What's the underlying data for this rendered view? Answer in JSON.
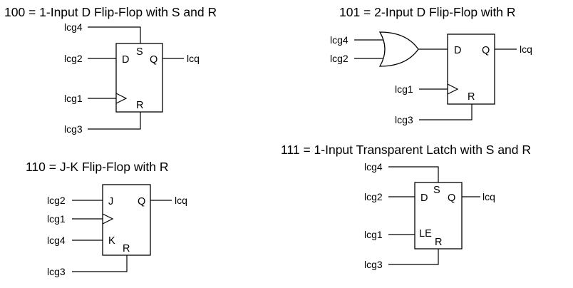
{
  "diagrams": [
    {
      "title": "100 = 1-Input D Flip-Flop with S and R",
      "signals": {
        "top": "lcg4",
        "d": "lcg2",
        "clk": "lcg1",
        "bottom": "lcg3",
        "out": "lcq"
      },
      "pins": {
        "d": "D",
        "s": "S",
        "q": "Q",
        "r": "R"
      }
    },
    {
      "title": "101 = 2-Input D Flip-Flop with R",
      "signals": {
        "gate_in1": "lcg4",
        "gate_in2": "lcg2",
        "clk": "lcg1",
        "bottom": "lcg3",
        "out": "lcq"
      },
      "pins": {
        "d": "D",
        "q": "Q",
        "r": "R"
      }
    },
    {
      "title": "110 = J-K Flip-Flop with R",
      "signals": {
        "j": "lcg2",
        "clk": "lcg1",
        "k": "lcg4",
        "bottom": "lcg3",
        "out": "lcq"
      },
      "pins": {
        "j": "J",
        "q": "Q",
        "k": "K",
        "r": "R"
      }
    },
    {
      "title": "111 = 1-Input Transparent Latch with S and R",
      "signals": {
        "top": "lcg4",
        "d": "lcg2",
        "le": "lcg1",
        "bottom": "lcg3",
        "out": "lcq"
      },
      "pins": {
        "d": "D",
        "s": "S",
        "q": "Q",
        "le": "LE",
        "r": "R"
      }
    }
  ]
}
